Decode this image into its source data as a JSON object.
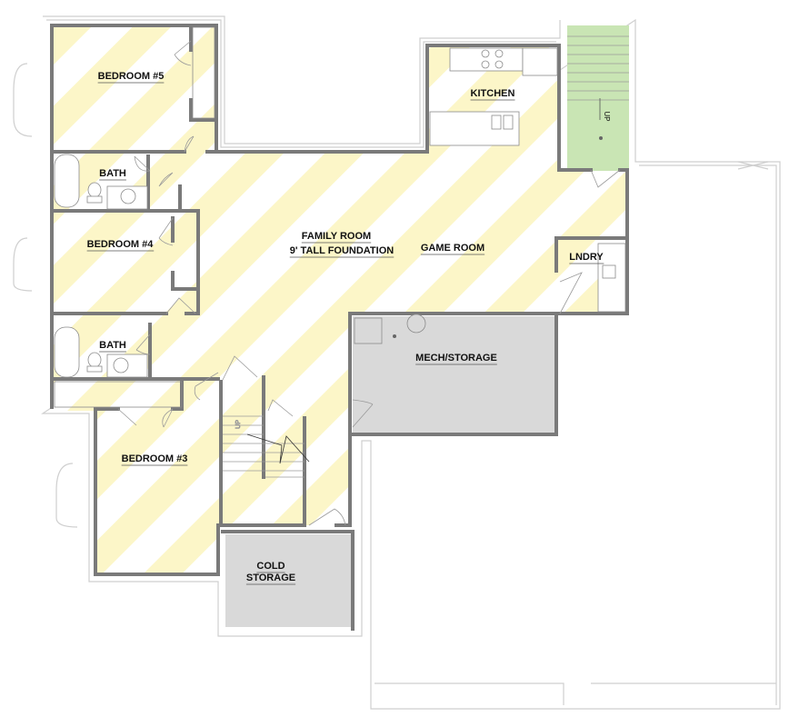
{
  "rooms": {
    "bedroom5": "BEDROOM #5",
    "bath1": "BATH",
    "bedroom4": "BEDROOM #4",
    "family_room": "FAMILY ROOM",
    "family_room_note": "9' TALL FOUNDATION",
    "game_room": "GAME ROOM",
    "kitchen": "KITCHEN",
    "laundry": "LNDRY",
    "bath2": "BATH",
    "mech_storage": "MECH/STORAGE",
    "bedroom3": "BEDROOM #3",
    "cold_storage_line1": "COLD",
    "cold_storage_line2": "STORAGE"
  },
  "stairs": {
    "main_up": "UP",
    "rear_up": "UP"
  },
  "colors": {
    "finished_stripe": "#fcf6c8",
    "unfinished_fill": "#d9d9d9",
    "stair_fill": "#c9e5b4",
    "wall": "#7a7a7a"
  }
}
